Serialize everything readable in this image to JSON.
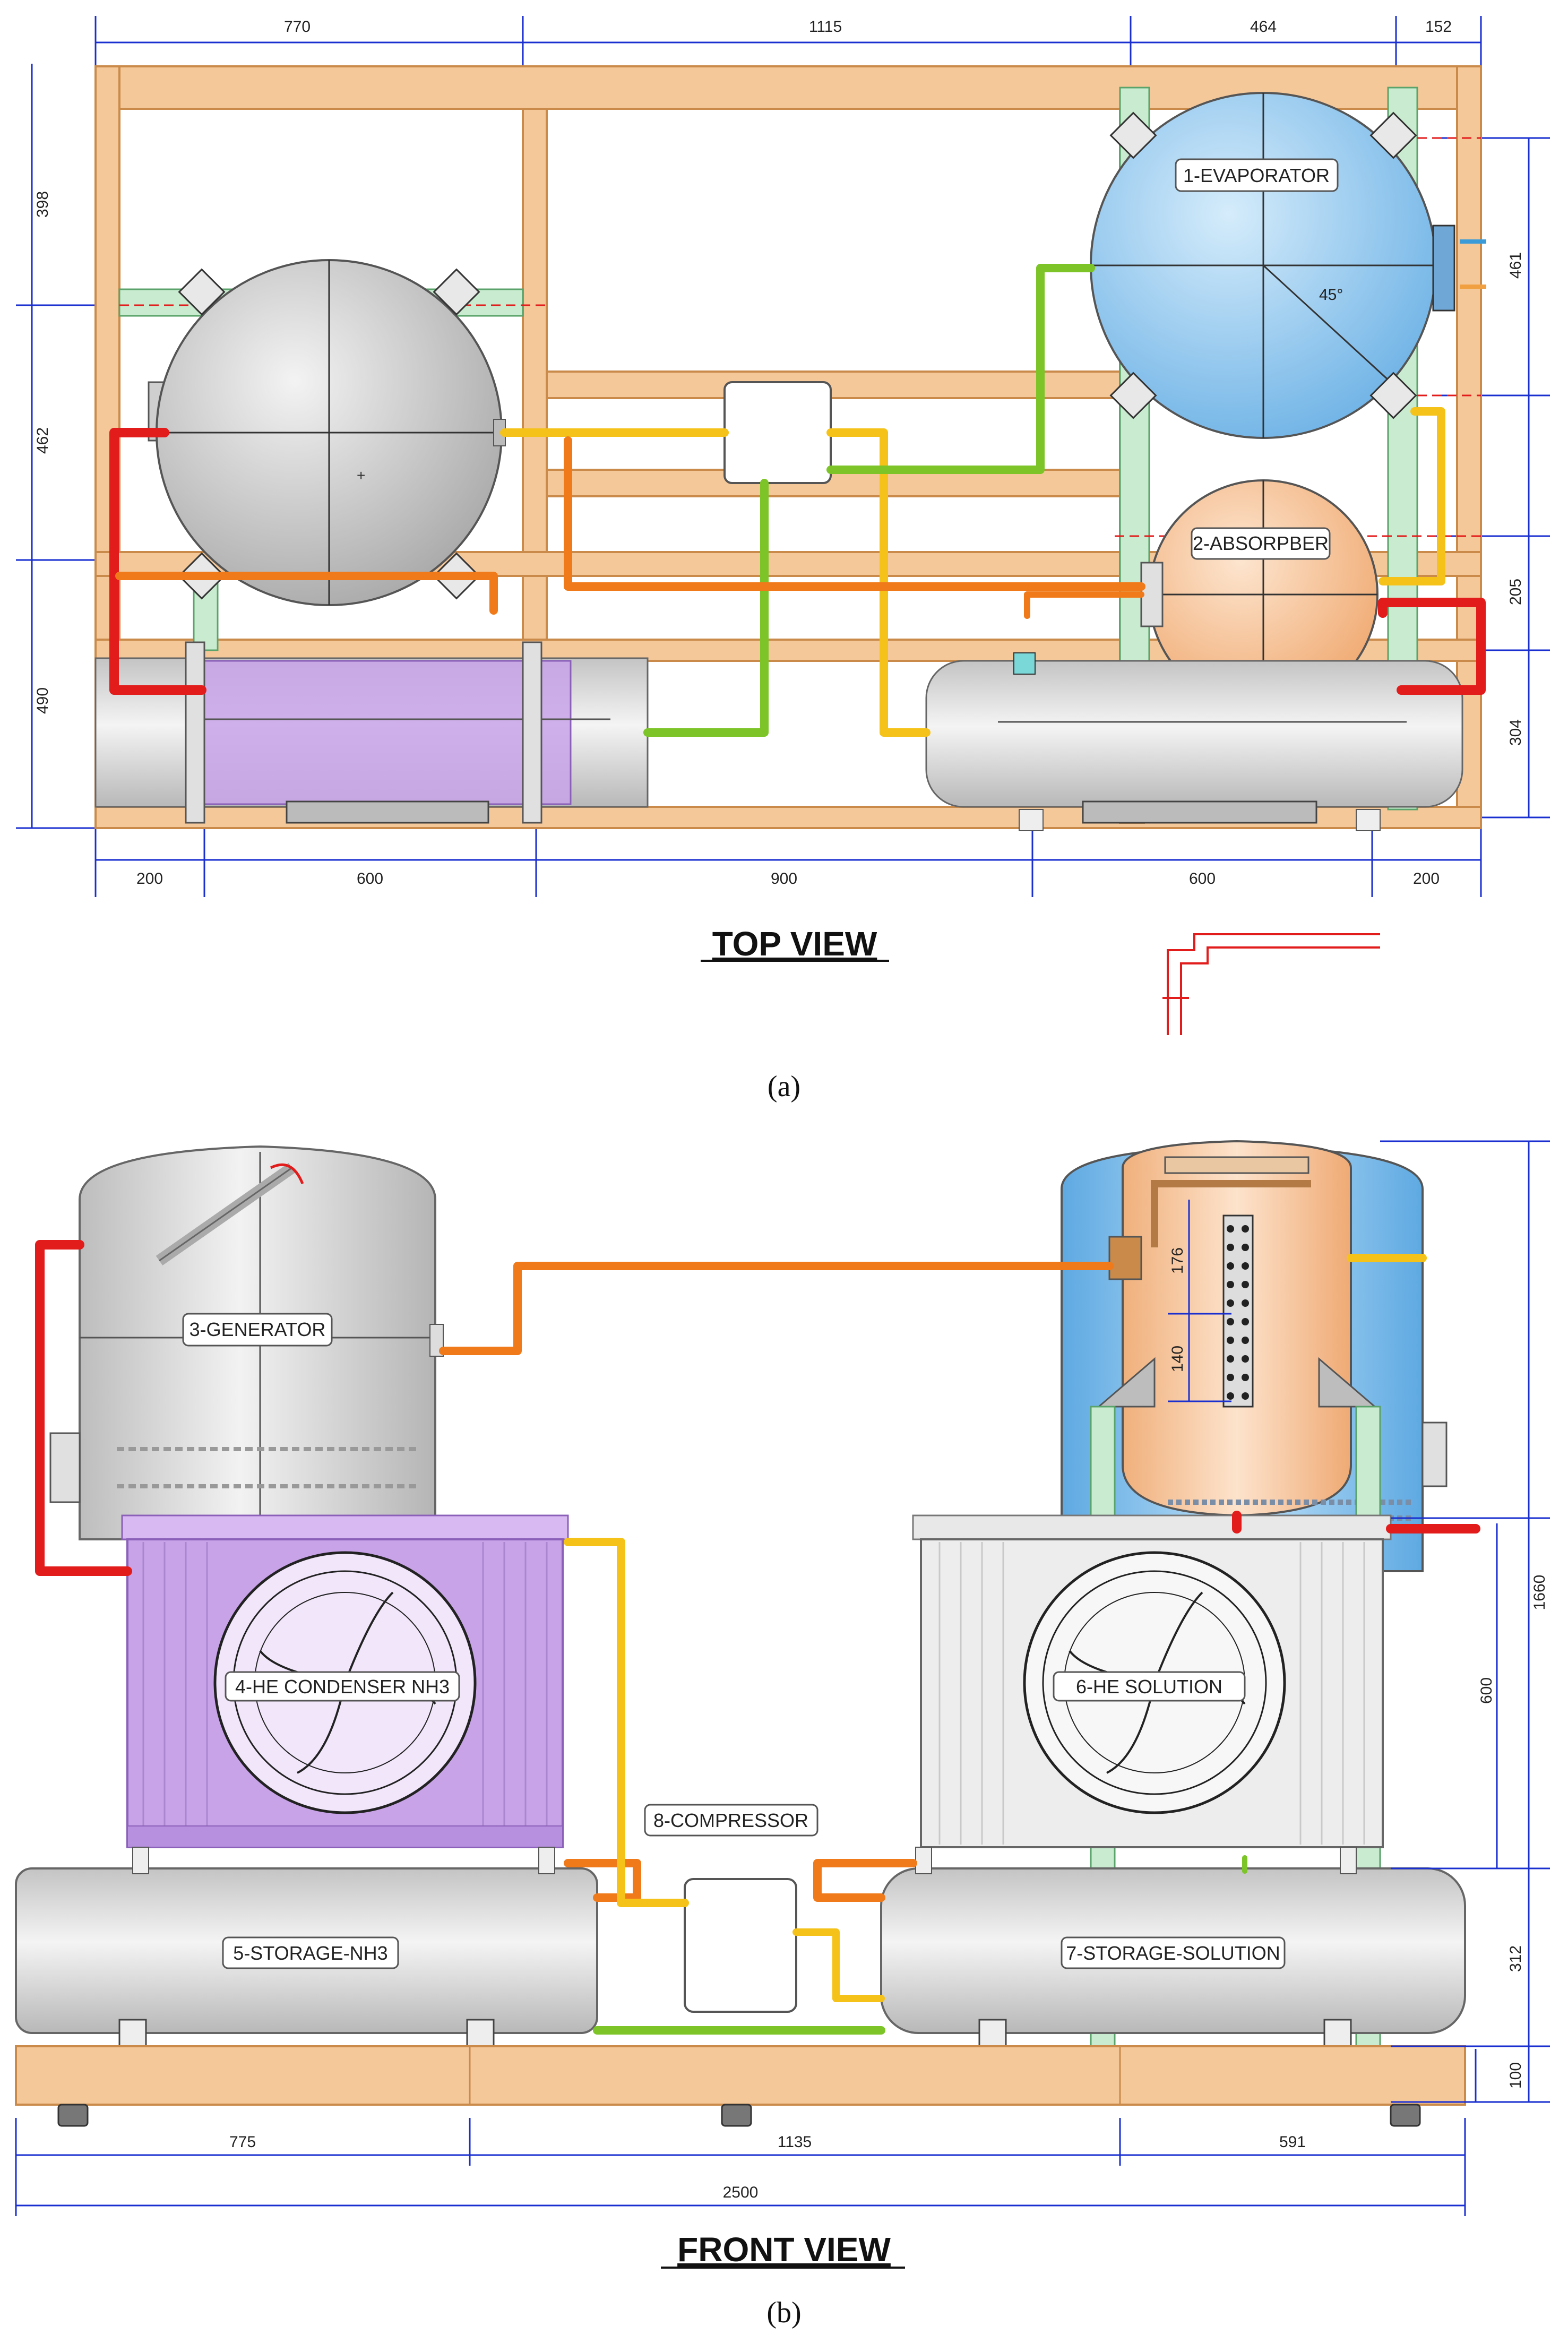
{
  "top_view": {
    "title": "TOP VIEW",
    "panel_label": "(a)",
    "dims_top": [
      "770",
      "1115",
      "464",
      "152"
    ],
    "dims_bottom": [
      "200",
      "600",
      "900",
      "600",
      "200"
    ],
    "dims_left": [
      "398",
      "462",
      "490"
    ],
    "dims_right": [
      "461",
      "205",
      "304"
    ],
    "angle": "45°",
    "labels": {
      "evaporator": "1-EVAPORATOR",
      "absorber": "2-ABSORPBER"
    }
  },
  "front_view": {
    "title": "FRONT VIEW",
    "panel_label": "(b)",
    "labels": {
      "generator": "3-GENERATOR",
      "condenser": "4-HE CONDENSER NH3",
      "storage_nh3": "5-STORAGE-NH3",
      "he_solution": "6-HE  SOLUTION",
      "storage_solution": "7-STORAGE-SOLUTION",
      "compressor": "8-COMPRESSOR"
    },
    "dims_inner": [
      "176",
      "140"
    ],
    "dims_right": [
      "1660",
      "600",
      "312",
      "100"
    ],
    "dims_bottom": [
      "775",
      "1135",
      "591"
    ],
    "dim_total": "2500"
  },
  "colors": {
    "frame": "#f5c89a",
    "frame_edge": "#c98a4a",
    "dimension": "#1a2fd0",
    "evaporator": "#8fc7ef",
    "absorber": "#f7c9a0",
    "condenser": "#c8a3e8",
    "steel": "#d9d9d9",
    "pipe_red": "#e21b1b",
    "pipe_orange": "#f07a1a",
    "pipe_yellow": "#f5c21a",
    "pipe_green": "#7cc427",
    "support_green": "#c9ecd0"
  }
}
